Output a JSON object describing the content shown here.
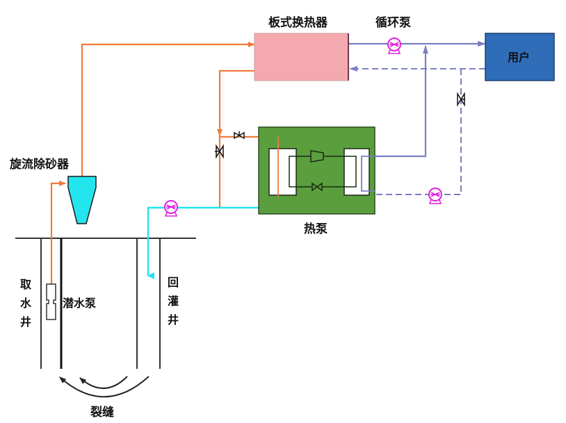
{
  "title": "Groundwater source heat pump system schematic",
  "labels": {
    "plate_heat_exchanger": "板式换热器",
    "circulation_pump": "循环泵",
    "user": "用户",
    "heat_pump": "热泵",
    "cyclone_desander": "旋流除砂器",
    "submersible_pump": "潜水泵",
    "extraction_well": [
      "取",
      "水",
      "井"
    ],
    "recharge_well": [
      "回",
      "灌",
      "井"
    ],
    "fracture": "裂缝"
  },
  "colors": {
    "groundwater_supply": "#f07a3a",
    "groundwater_return": "#22e5ee",
    "user_loop": "#7a7fc0",
    "pump_symbol": "#e020e0",
    "heat_exchanger_fill": "#f4a9ae",
    "heat_pump_fill": "#5a9e3e",
    "user_fill": "#2f6db8",
    "desander_fill": "#22e5ee"
  },
  "components": [
    {
      "id": "plate-heat-exchanger",
      "label_key": "plate_heat_exchanger"
    },
    {
      "id": "circulation-pump",
      "label_key": "circulation_pump"
    },
    {
      "id": "user",
      "label_key": "user"
    },
    {
      "id": "heat-pump",
      "label_key": "heat_pump"
    },
    {
      "id": "cyclone-desander",
      "label_key": "cyclone_desander"
    },
    {
      "id": "submersible-pump",
      "label_key": "submersible_pump"
    },
    {
      "id": "extraction-well",
      "label_key": "extraction_well"
    },
    {
      "id": "recharge-well",
      "label_key": "recharge_well"
    }
  ]
}
